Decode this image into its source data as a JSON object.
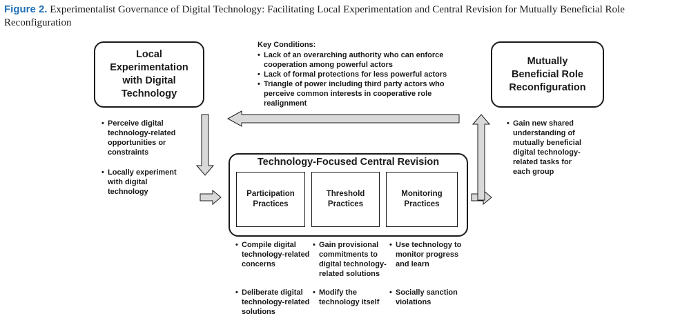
{
  "caption": {
    "figure_label": "Figure 2.",
    "text": "Experimentalist Governance of Digital Technology: Facilitating Local Experimentation and Central Revision for Mutually Beneficial Role Reconfiguration"
  },
  "local_box": {
    "title": "Local Experimentation with Digital Technology"
  },
  "role_box": {
    "title": "Mutually Beneficial Role Reconfiguration"
  },
  "key_conditions": {
    "title": "Key Conditions:",
    "items": [
      "Lack of an overarching authority who can enforce cooperation among powerful actors",
      "Lack of formal protections for less powerful actors",
      "Triangle of power including third party actors who perceive common interests in cooperative role realignment"
    ]
  },
  "local_bullets": [
    "Perceive digital technology-related opportunities or constraints",
    "Locally experiment with digital technology"
  ],
  "role_bullets": [
    "Gain new shared understanding of mutually beneficial digital technology-related tasks for each group"
  ],
  "central": {
    "title": "Technology-Focused Central Revision",
    "practices": [
      "Participation Practices",
      "Threshold Practices",
      "Monitoring Practices"
    ]
  },
  "participation_bullets": [
    "Compile digital technology-related concerns",
    "Deliberate digital technology-related solutions"
  ],
  "threshold_bullets": [
    "Gain provisional commitments to digital technology-related solutions",
    "Modify the technology itself"
  ],
  "monitoring_bullets": [
    "Use technology to monitor progress and learn",
    "Socially sanction violations"
  ],
  "colors": {
    "arrow_fill": "#d9d9d9",
    "border": "#1a1a1a",
    "figure_label": "#1f6fb6"
  }
}
